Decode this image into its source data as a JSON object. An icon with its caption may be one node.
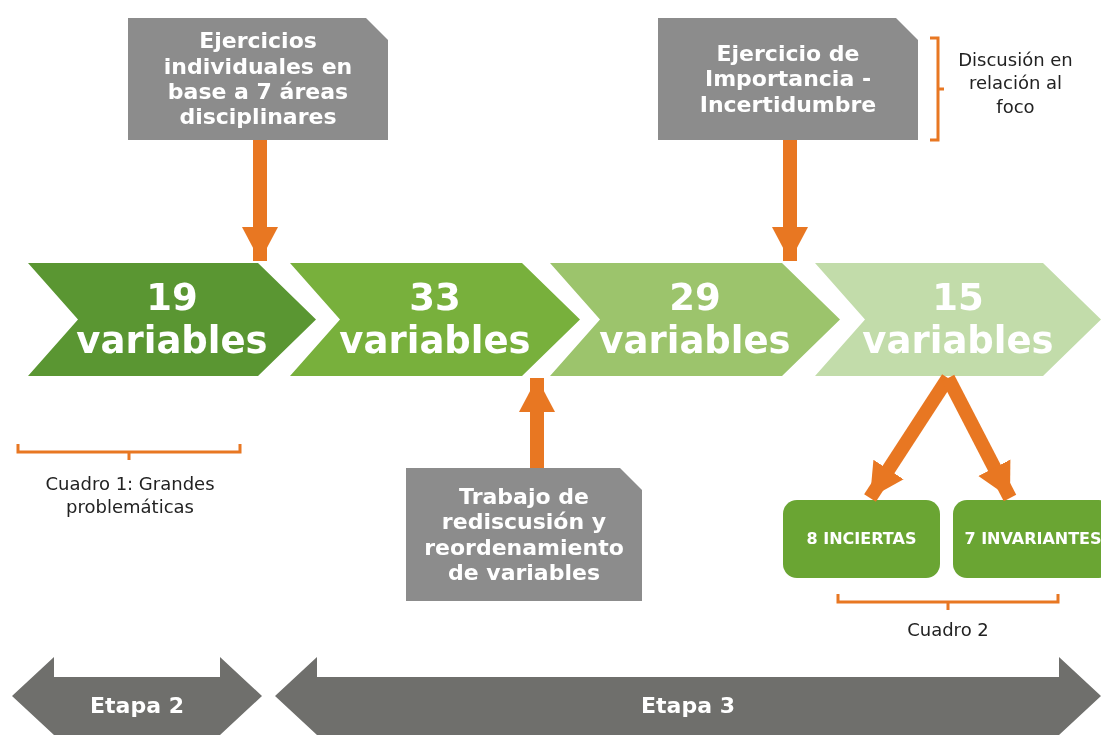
{
  "diagram": {
    "nodes": [
      {
        "text": [
          "Ejercicios individuales en base a 7 áreas disciplinares"
        ]
      },
      {
        "text": [
          "Ejercicio de Importancia - Incertidumbre"
        ]
      },
      {
        "text": [
          "19 variables"
        ]
      },
      {
        "text": [
          "33 variables"
        ]
      },
      {
        "text": [
          "29 variables"
        ]
      },
      {
        "text": [
          "15 variables"
        ]
      },
      {
        "text": [
          "Trabajo de rediscusión y reordenamiento de variables"
        ]
      },
      {
        "text": [
          "8 INCIERTAS"
        ]
      },
      {
        "text": [
          "7 INVARIANTES"
        ]
      },
      {
        "text": [
          "Etapa 2"
        ]
      },
      {
        "text": [
          "Etapa 3"
        ]
      }
    ],
    "edges": [
      {
        "from": 0,
        "to": 2,
        "arrow": "to"
      },
      {
        "from": 1,
        "to": 4,
        "arrow": "to"
      },
      {
        "from": 6,
        "to": 3,
        "arrow": "to"
      },
      {
        "from": 5,
        "to": 7,
        "arrow": "to"
      },
      {
        "from": 5,
        "to": 8,
        "arrow": "to"
      }
    ],
    "labels": [
      "Discusión en relación al foco",
      "Cuadro 1: Grandes problemáticas",
      "Cuadro 2"
    ]
  }
}
